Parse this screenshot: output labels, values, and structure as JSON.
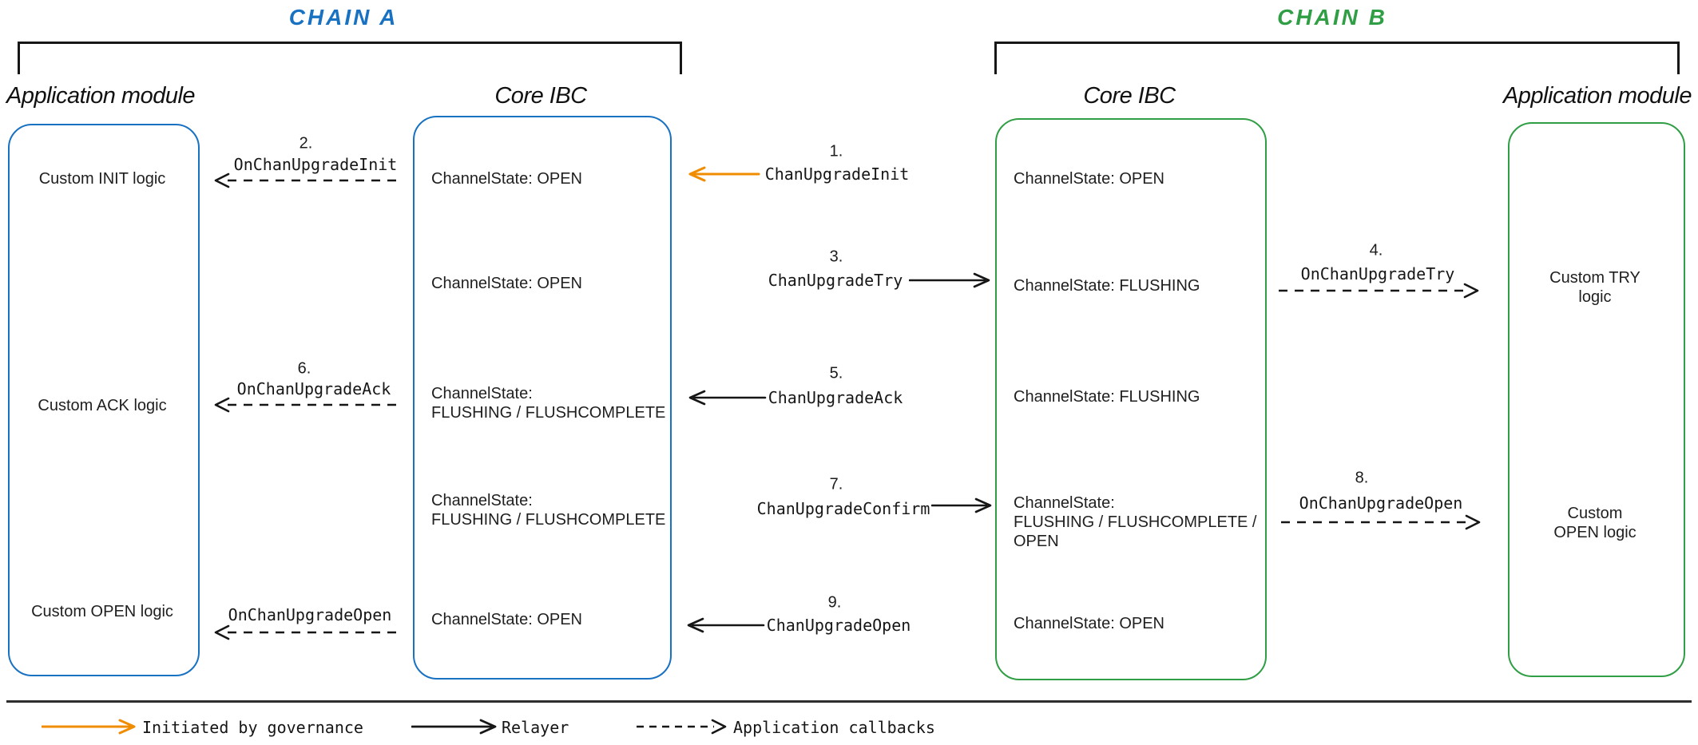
{
  "chain_a": {
    "title": "CHAIN A",
    "app_heading": "Application module",
    "core_heading": "Core IBC"
  },
  "chain_b": {
    "title": "CHAIN B",
    "core_heading": "Core IBC",
    "app_heading": "Application module"
  },
  "app_a": {
    "rows": [
      "Custom INIT logic",
      "Custom ACK logic",
      "Custom OPEN logic"
    ]
  },
  "core_a": {
    "rows": [
      "ChannelState: OPEN",
      "ChannelState: OPEN",
      "ChannelState:\nFLUSHING / FLUSHCOMPLETE",
      "ChannelState:\nFLUSHING / FLUSHCOMPLETE",
      "ChannelState: OPEN"
    ]
  },
  "core_b": {
    "rows": [
      "ChannelState: OPEN",
      "ChannelState: FLUSHING",
      "ChannelState: FLUSHING",
      "ChannelState:\nFLUSHING / FLUSHCOMPLETE /\nOPEN",
      "ChannelState: OPEN"
    ]
  },
  "app_b": {
    "rows": [
      "Custom TRY logic",
      "Custom OPEN logic"
    ]
  },
  "messages": {
    "m1": {
      "num": "1.",
      "label": "ChanUpgradeInit"
    },
    "m2": {
      "num": "2.",
      "label": "OnChanUpgradeInit"
    },
    "m3": {
      "num": "3.",
      "label": "ChanUpgradeTry"
    },
    "m4": {
      "num": "4.",
      "label": "OnChanUpgradeTry"
    },
    "m5": {
      "num": "5.",
      "label": "ChanUpgradeAck"
    },
    "m6": {
      "num": "6.",
      "label": "OnChanUpgradeAck"
    },
    "m7": {
      "num": "7.",
      "label": "ChanUpgradeConfirm"
    },
    "m8": {
      "num": "8.",
      "label": "OnChanUpgradeOpen"
    },
    "m9": {
      "num": "9.",
      "label": "ChanUpgradeOpen"
    },
    "m10": {
      "label": "OnChanUpgradeOpen"
    }
  },
  "legend": {
    "governance": "Initiated by governance",
    "relayer": "Relayer",
    "callbacks": "Application callbacks"
  },
  "colors": {
    "chain_a_accent": "#1971c2",
    "chain_b_accent": "#2f9e44",
    "governance_arrow": "#f08c00",
    "ink": "#161616"
  }
}
